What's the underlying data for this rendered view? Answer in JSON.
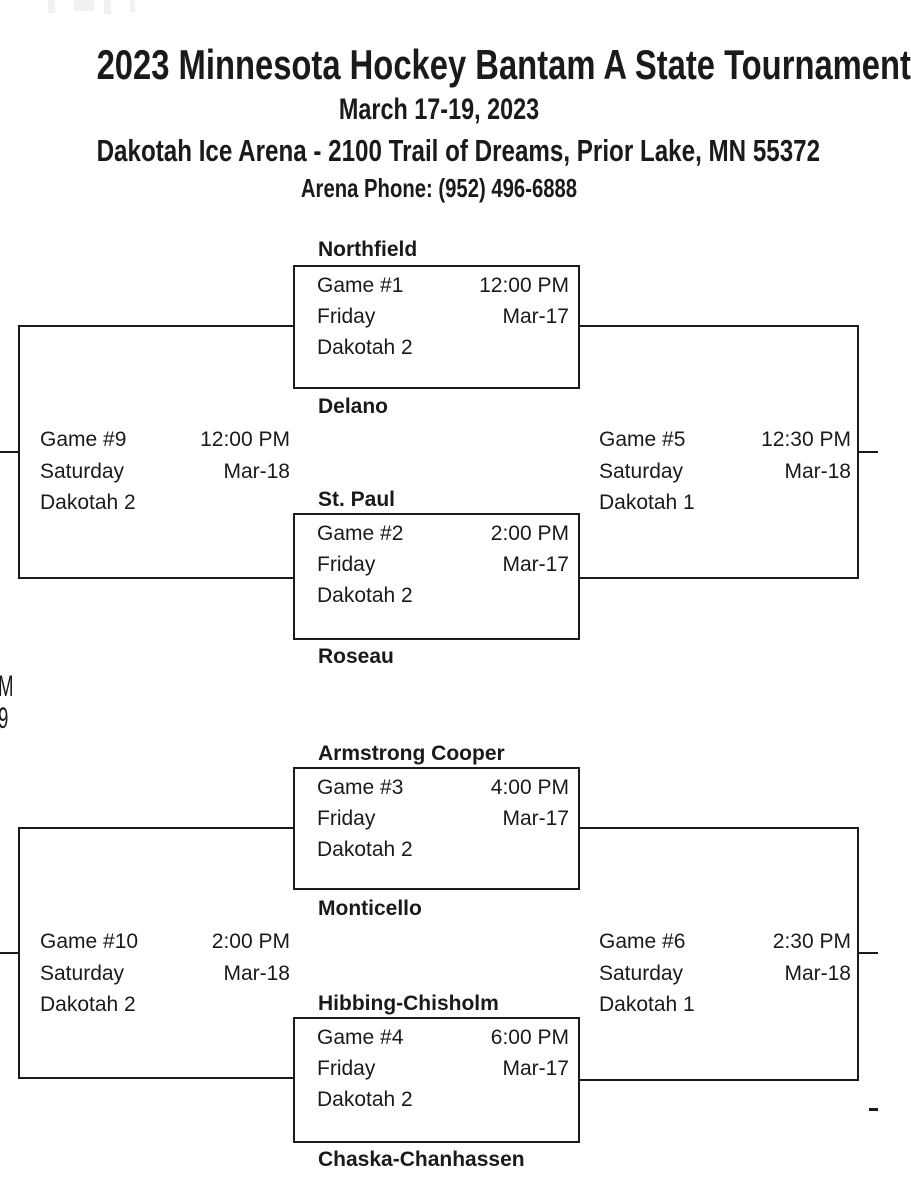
{
  "header": {
    "title": "2023 Minnesota Hockey Bantam A State Tournament",
    "dates": "March 17-19, 2023",
    "venue": "Dakotah Ice Arena - 2100 Trail of Dreams, Prior Lake, MN 55372",
    "phone": "Arena Phone: (952) 496-6888"
  },
  "colors": {
    "text": "#1a1a1a",
    "lines": "#1a1a1a",
    "background": "#ffffff"
  },
  "round1": [
    {
      "team_top": "Northfield",
      "label": "Game #1",
      "time": "12:00 PM",
      "day": "Friday",
      "date": "Mar-17",
      "rink": "Dakotah 2",
      "team_bottom": "Delano"
    },
    {
      "team_top": "St. Paul",
      "label": "Game #2",
      "time": "2:00 PM",
      "day": "Friday",
      "date": "Mar-17",
      "rink": "Dakotah 2",
      "team_bottom": "Roseau"
    },
    {
      "team_top": "Armstrong Cooper",
      "label": "Game #3",
      "time": "4:00 PM",
      "day": "Friday",
      "date": "Mar-17",
      "rink": "Dakotah 2",
      "team_bottom": "Monticello"
    },
    {
      "team_top": "Hibbing-Chisholm",
      "label": "Game #4",
      "time": "6:00 PM",
      "day": "Friday",
      "date": "Mar-17",
      "rink": "Dakotah 2",
      "team_bottom": "Chaska-Chanhassen"
    }
  ],
  "round2": [
    {
      "label": "Game #9",
      "time": "12:00 PM",
      "day": "Saturday",
      "date": "Mar-18",
      "rink": "Dakotah 2"
    },
    {
      "label": "Game #5",
      "time": "12:30 PM",
      "day": "Saturday",
      "date": "Mar-18",
      "rink": "Dakotah 1"
    },
    {
      "label": "Game #10",
      "time": "2:00 PM",
      "day": "Saturday",
      "date": "Mar-18",
      "rink": "Dakotah 2"
    },
    {
      "label": "Game #6",
      "time": "2:30 PM",
      "day": "Saturday",
      "date": "Mar-18",
      "rink": "Dakotah 1"
    }
  ],
  "edge_fragments": {
    "left_time_suffix": "M",
    "left_date_suffix": "9"
  }
}
